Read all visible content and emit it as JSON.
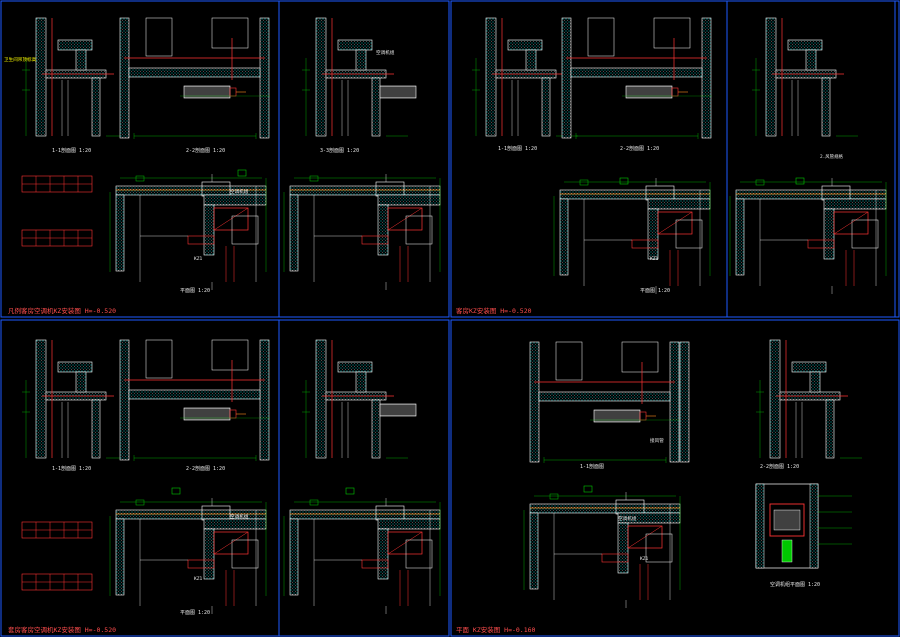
{
  "colors": {
    "background": "#000000",
    "wall": "#ffffff",
    "hatch": "#00e5e5",
    "section_cut": "#ff3333",
    "dimension": "#00c800",
    "text_label": "#ffff00",
    "border": "#1e5aff",
    "title_text": "#ff4d4d",
    "pipe_orange": "#ff8c1a"
  },
  "sheets": [
    {
      "title": "凡例客房空调机KZ安装图 H=-0.520",
      "captions": [
        "1-1剖面图 1:20",
        "2-2剖面图 1:20",
        "平面图 1:20"
      ],
      "notes": [
        "卫生间吊顶标高",
        "空调机组",
        "KZ1"
      ]
    },
    {
      "title": "客房KZ安装图 H=-0.520",
      "captions": [
        "3-3剖面图 1:20",
        "1-1剖面图 1:20",
        "2-2剖面图 1:20",
        "平面图 1:20"
      ],
      "notes": [
        "空调机组",
        "KZ1",
        "2.风管规格"
      ]
    },
    {
      "title": "套房客房空调机KZ安装图 H=-0.520",
      "captions": [
        "1-1剖面图 1:20",
        "2-2剖面图 1:20",
        "平面图 1:20"
      ],
      "notes": [
        "空调机组",
        "KZ1"
      ]
    },
    {
      "title": "平面 KZ安装图 H=-0.160",
      "captions": [
        "1-1剖面图",
        "2-2剖面图 1:20",
        "空调机组平面图 1:20"
      ],
      "notes": [
        "空调机组",
        "KZ1",
        "接风管"
      ]
    }
  ]
}
